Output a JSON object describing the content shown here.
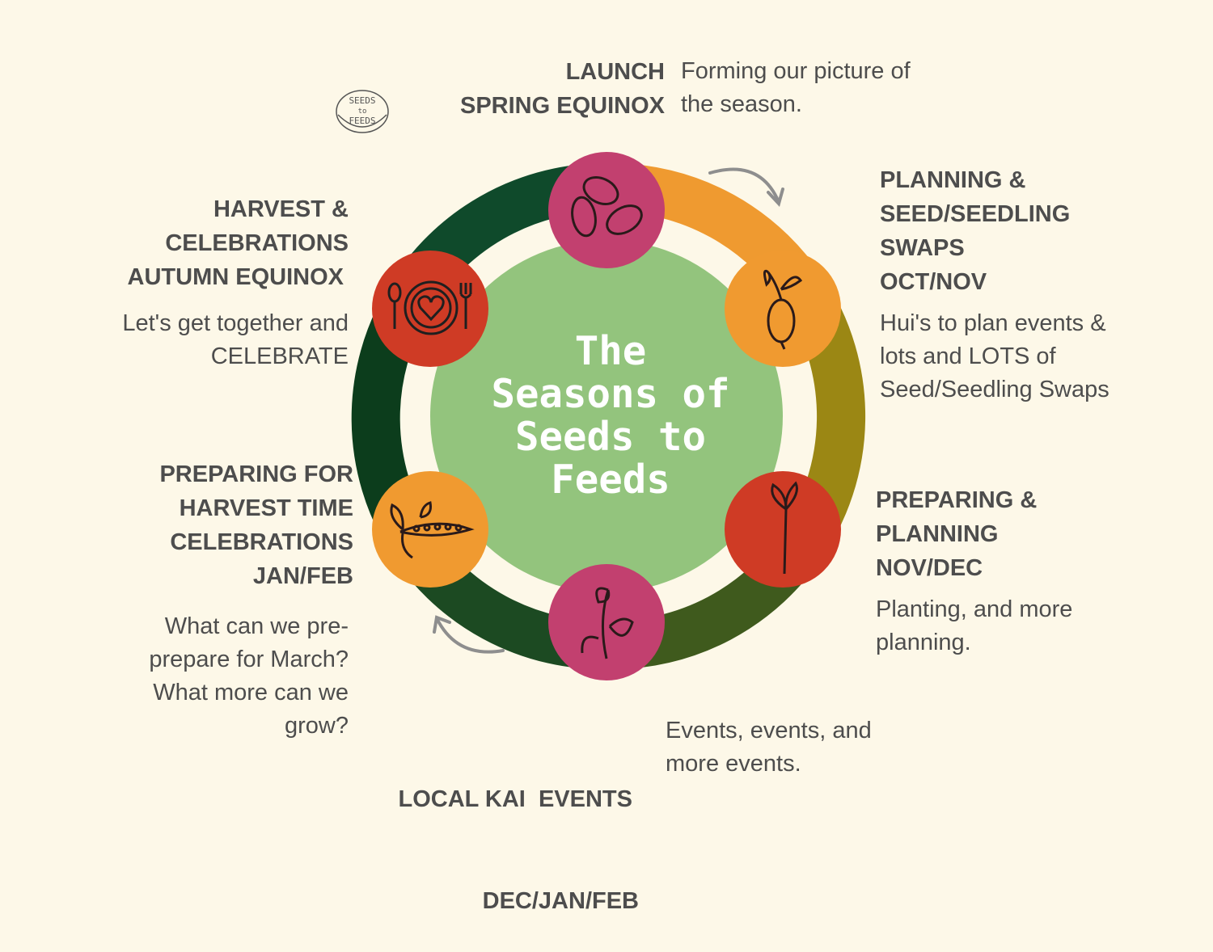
{
  "center_title": [
    "The",
    "Seasons of",
    "Seeds to",
    "Feeds"
  ],
  "logo": {
    "text": [
      "SEEDS",
      "to",
      "FEEDS"
    ]
  },
  "colors": {
    "background": "#fdf8e8",
    "inner_circle": "#93c47d",
    "magenta": "#c2406f",
    "orange": "#f09a30",
    "red": "#cf3b25",
    "ring_dark_green": "#0f4a25",
    "ring_olive": "#9b8714",
    "ring_orange": "#ef9a30",
    "text": "#4d4d4d"
  },
  "stages": [
    {
      "id": "launch",
      "icon": "beans-icon",
      "color": "magenta",
      "heading": [
        "LAUNCH",
        "SPRING EQUINOX"
      ],
      "description": [
        "Forming our picture of",
        "the season."
      ]
    },
    {
      "id": "planning-swaps",
      "icon": "sprouting-seed-icon",
      "color": "orange",
      "heading": [
        "PLANNING &",
        "SEED/SEEDLING",
        "SWAPS",
        "OCT/NOV"
      ],
      "description": [
        "Hui's to plan events &",
        "lots and LOTS of",
        "Seed/Seedling Swaps"
      ]
    },
    {
      "id": "preparing-planning",
      "icon": "seedling-icon",
      "color": "red",
      "heading": [
        "PREPARING &",
        "PLANNING",
        "NOV/DEC"
      ],
      "description": [
        "Planting, and more",
        "planning."
      ]
    },
    {
      "id": "local-kai-events",
      "icon": "bean-plant-icon",
      "color": "magenta",
      "heading": [
        "LOCAL KAI  EVENTS",
        "DEC/JAN/FEB"
      ],
      "description": [
        "Events, events, and",
        "more events."
      ]
    },
    {
      "id": "preparing-harvest",
      "icon": "pea-pod-icon",
      "color": "orange",
      "heading": [
        "PREPARING FOR",
        "HARVEST TIME",
        "CELEBRATIONS",
        "JAN/FEB"
      ],
      "description": [
        "What can we pre-",
        "prepare for March?",
        "What more can we",
        "grow?"
      ]
    },
    {
      "id": "harvest-celebrations",
      "icon": "plate-heart-icon",
      "color": "red",
      "heading": [
        "HARVEST &",
        "CELEBRATIONS",
        "AUTUMN EQUINOX"
      ],
      "description": [
        "Let's get together and",
        "CELEBRATE"
      ]
    }
  ]
}
